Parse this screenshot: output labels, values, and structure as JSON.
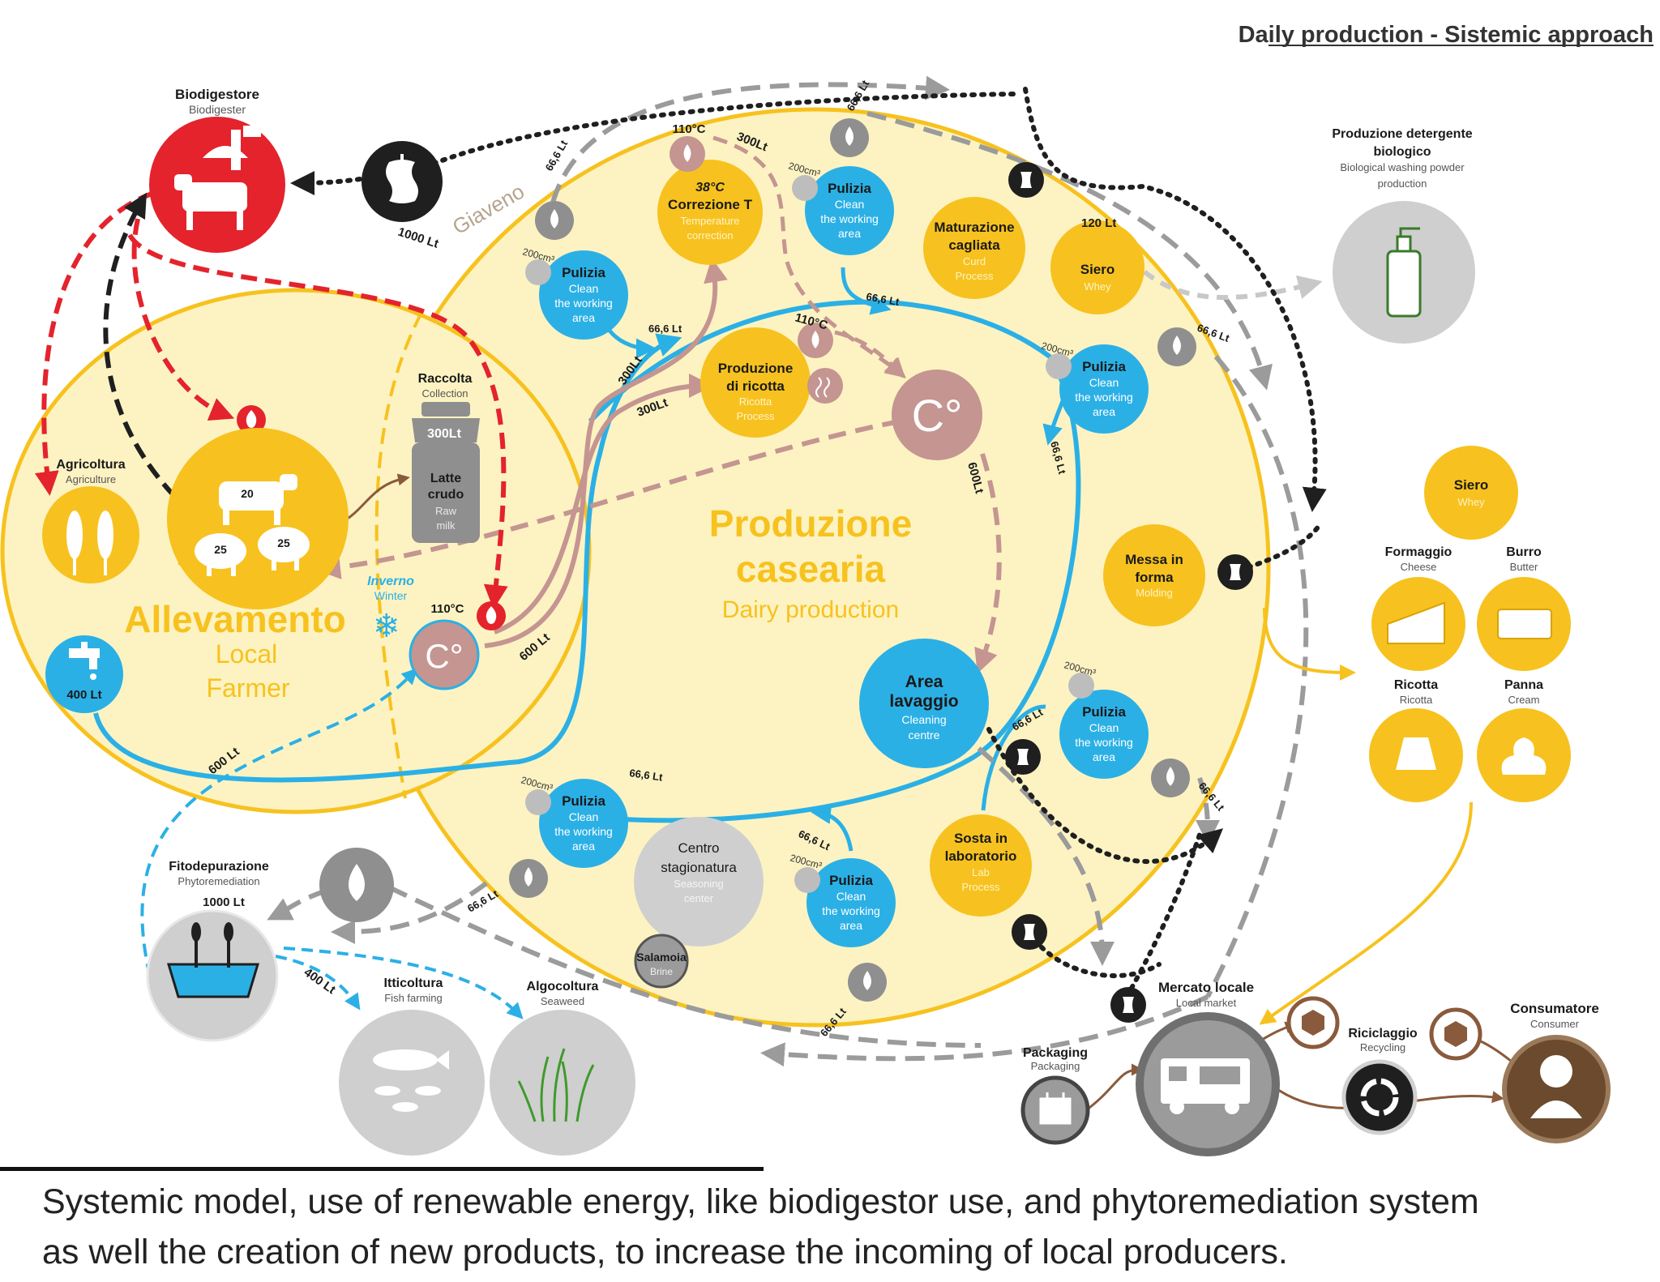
{
  "header": {
    "title": "Daily production - Sistemic approach"
  },
  "caption": {
    "line1": "Systemic model, use of renewable energy, like biodigestor use, and phytoremediation system",
    "line2": "as well the creation of new products, to increase the incoming of local producers."
  },
  "colors": {
    "yellow": "#f7c21f",
    "paleYellow": "#fdf3c2",
    "blue": "#2bb0e6",
    "red": "#e4232c",
    "pink": "#c49591",
    "gray": "#9b9b9b",
    "dark": "#1f1f1f",
    "brown": "#8a5a3c"
  },
  "biodigester": {
    "title": "Biodigestore",
    "subtitle": "Biodigester",
    "waste": "1000 Lt"
  },
  "allevamento": {
    "title": "Allevamento",
    "line2": "Local",
    "line3": "Farmer",
    "cows": "20",
    "sheep1": "25",
    "sheep2": "25",
    "water": "400 Lt",
    "pipe": "600 Lt",
    "winter_it": "Inverno",
    "winter_en": "Winter",
    "heater_temp": "110°C"
  },
  "agriculture": {
    "title": "Agricoltura",
    "subtitle": "Agriculture"
  },
  "collection": {
    "title": "Raccolta",
    "subtitle": "Collection",
    "volume": "300Lt",
    "milk_it1": "Latte",
    "milk_it2": "crudo",
    "milk_en1": "Raw",
    "milk_en2": "milk"
  },
  "giaveno": "Giaveno",
  "dairy": {
    "title1": "Produzione",
    "title2": "casearia",
    "subtitle": "Dairy production"
  },
  "cleaning": {
    "title": "Pulizia",
    "l1": "Clean",
    "l2": "the working",
    "l3": "area",
    "dose": "200cm³",
    "flow": "66,6 Lt"
  },
  "tempCorrection": {
    "temp": "38°C",
    "title": "Correzione T",
    "sub1": "Temperature",
    "sub2": "correction"
  },
  "ricotta": {
    "title1": "Produzione",
    "title2": "di ricotta",
    "sub1": "Ricotta",
    "sub2": "Process"
  },
  "heater": {
    "temp": "110°C",
    "symbol": "C°",
    "flow": "600Lt"
  },
  "flows": {
    "f110": "110°C",
    "f300a": "300Lt",
    "f300b": "300Lt",
    "f300c": "300Lt",
    "f600": "600 Lt",
    "f120": "120 Lt"
  },
  "curd": {
    "title1": "Maturazione",
    "title2": "cagliata",
    "sub1": "Curd",
    "sub2": "Process"
  },
  "whey": {
    "title": "Siero",
    "subtitle": "Whey"
  },
  "washing": {
    "title1": "Produzione detergente",
    "title2": "biologico",
    "sub1": "Biological washing powder",
    "sub2": "production"
  },
  "molding": {
    "title1": "Messa in",
    "title2": "forma",
    "sub": "Molding"
  },
  "washArea": {
    "title1": "Area",
    "title2": "lavaggio",
    "sub1": "Cleaning",
    "sub2": "centre"
  },
  "lab": {
    "title1": "Sosta in",
    "title2": "laboratorio",
    "sub1": "Lab",
    "sub2": "Process"
  },
  "seasoning": {
    "title1": "Centro",
    "title2": "stagionatura",
    "sub1": "Seasoning",
    "sub2": "center"
  },
  "brine": {
    "title": "Salamoia",
    "subtitle": "Brine"
  },
  "products": {
    "whey_t": "Siero",
    "whey_s": "Whey",
    "cheese_t": "Formaggio",
    "cheese_s": "Cheese",
    "butter_t": "Burro",
    "butter_s": "Butter",
    "ricotta_t": "Ricotta",
    "ricotta_s": "Ricotta",
    "cream_t": "Panna",
    "cream_s": "Cream"
  },
  "phyto": {
    "title": "Fitodepurazione",
    "subtitle": "Phytoremediation",
    "volume": "1000 Lt",
    "out": "400 Lt"
  },
  "fish": {
    "title": "Itticoltura",
    "subtitle": "Fish farming"
  },
  "seaweed": {
    "title": "Algocoltura",
    "subtitle": "Seaweed"
  },
  "market": {
    "title": "Mercato locale",
    "subtitle": "Local market"
  },
  "packaging": {
    "title": "Packaging",
    "subtitle": "Packaging"
  },
  "recycling": {
    "title": "Riciclaggio",
    "subtitle": "Recycling"
  },
  "consumer": {
    "title": "Consumatore",
    "subtitle": "Consumer"
  }
}
